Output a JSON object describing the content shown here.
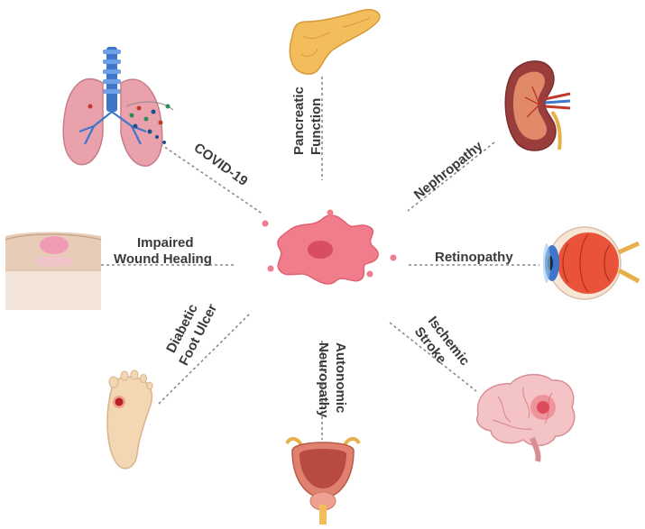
{
  "labels": {
    "covid": "COVID-19",
    "pancreatic_line1": "Pancreatic",
    "pancreatic_line2": "Function",
    "nephropathy": "Nephropathy",
    "wound_line1": "Impaired",
    "wound_line2": "Wound Healing",
    "retinopathy": "Retinopathy",
    "foot_line1": "Diabetic",
    "foot_line2": "Foot Ulcer",
    "autonomic_line1": "Autonomic",
    "autonomic_line2": "Neuropathy",
    "stroke_line1": "Ischemic",
    "stroke_line2": "Stroke"
  },
  "icons": [
    "lungs-icon",
    "pancreas-icon",
    "kidney-icon",
    "skin-icon",
    "cell-icon",
    "eye-icon",
    "foot-icon",
    "bladder-icon",
    "brain-icon"
  ],
  "colors": {
    "cell": "#f07c8c",
    "cell_nucleus": "#d94d62",
    "label_text": "#3a3a3a",
    "connector": "#8a8a8a"
  }
}
